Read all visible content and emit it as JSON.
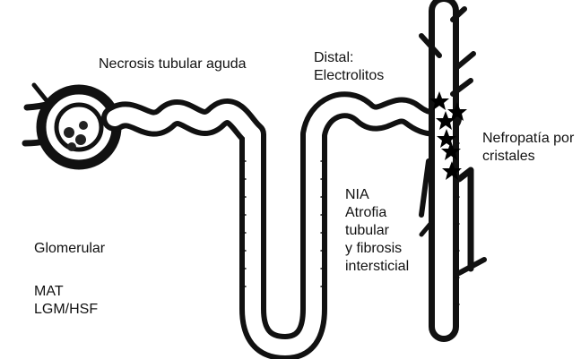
{
  "labels": {
    "tubular_necrosis": "Necrosis tubular aguda",
    "distal": [
      "Distal:",
      "Electrolitos"
    ],
    "crystal_nephropathy": [
      "Nefropatía por",
      "cristales"
    ],
    "interstitial": [
      "NIA",
      "Atrofia",
      "tubular",
      "y fibrosis",
      "intersticial"
    ],
    "glomerular": "Glomerular",
    "glomerular_diseases": [
      "MAT",
      "LGM/HSF"
    ]
  },
  "colors": {
    "tubule_outline": "#111111",
    "tubule_fill": "#ffffff",
    "stars": "#000000",
    "text": "#111111"
  },
  "icons": {
    "crystal_marker": "star-icon"
  }
}
